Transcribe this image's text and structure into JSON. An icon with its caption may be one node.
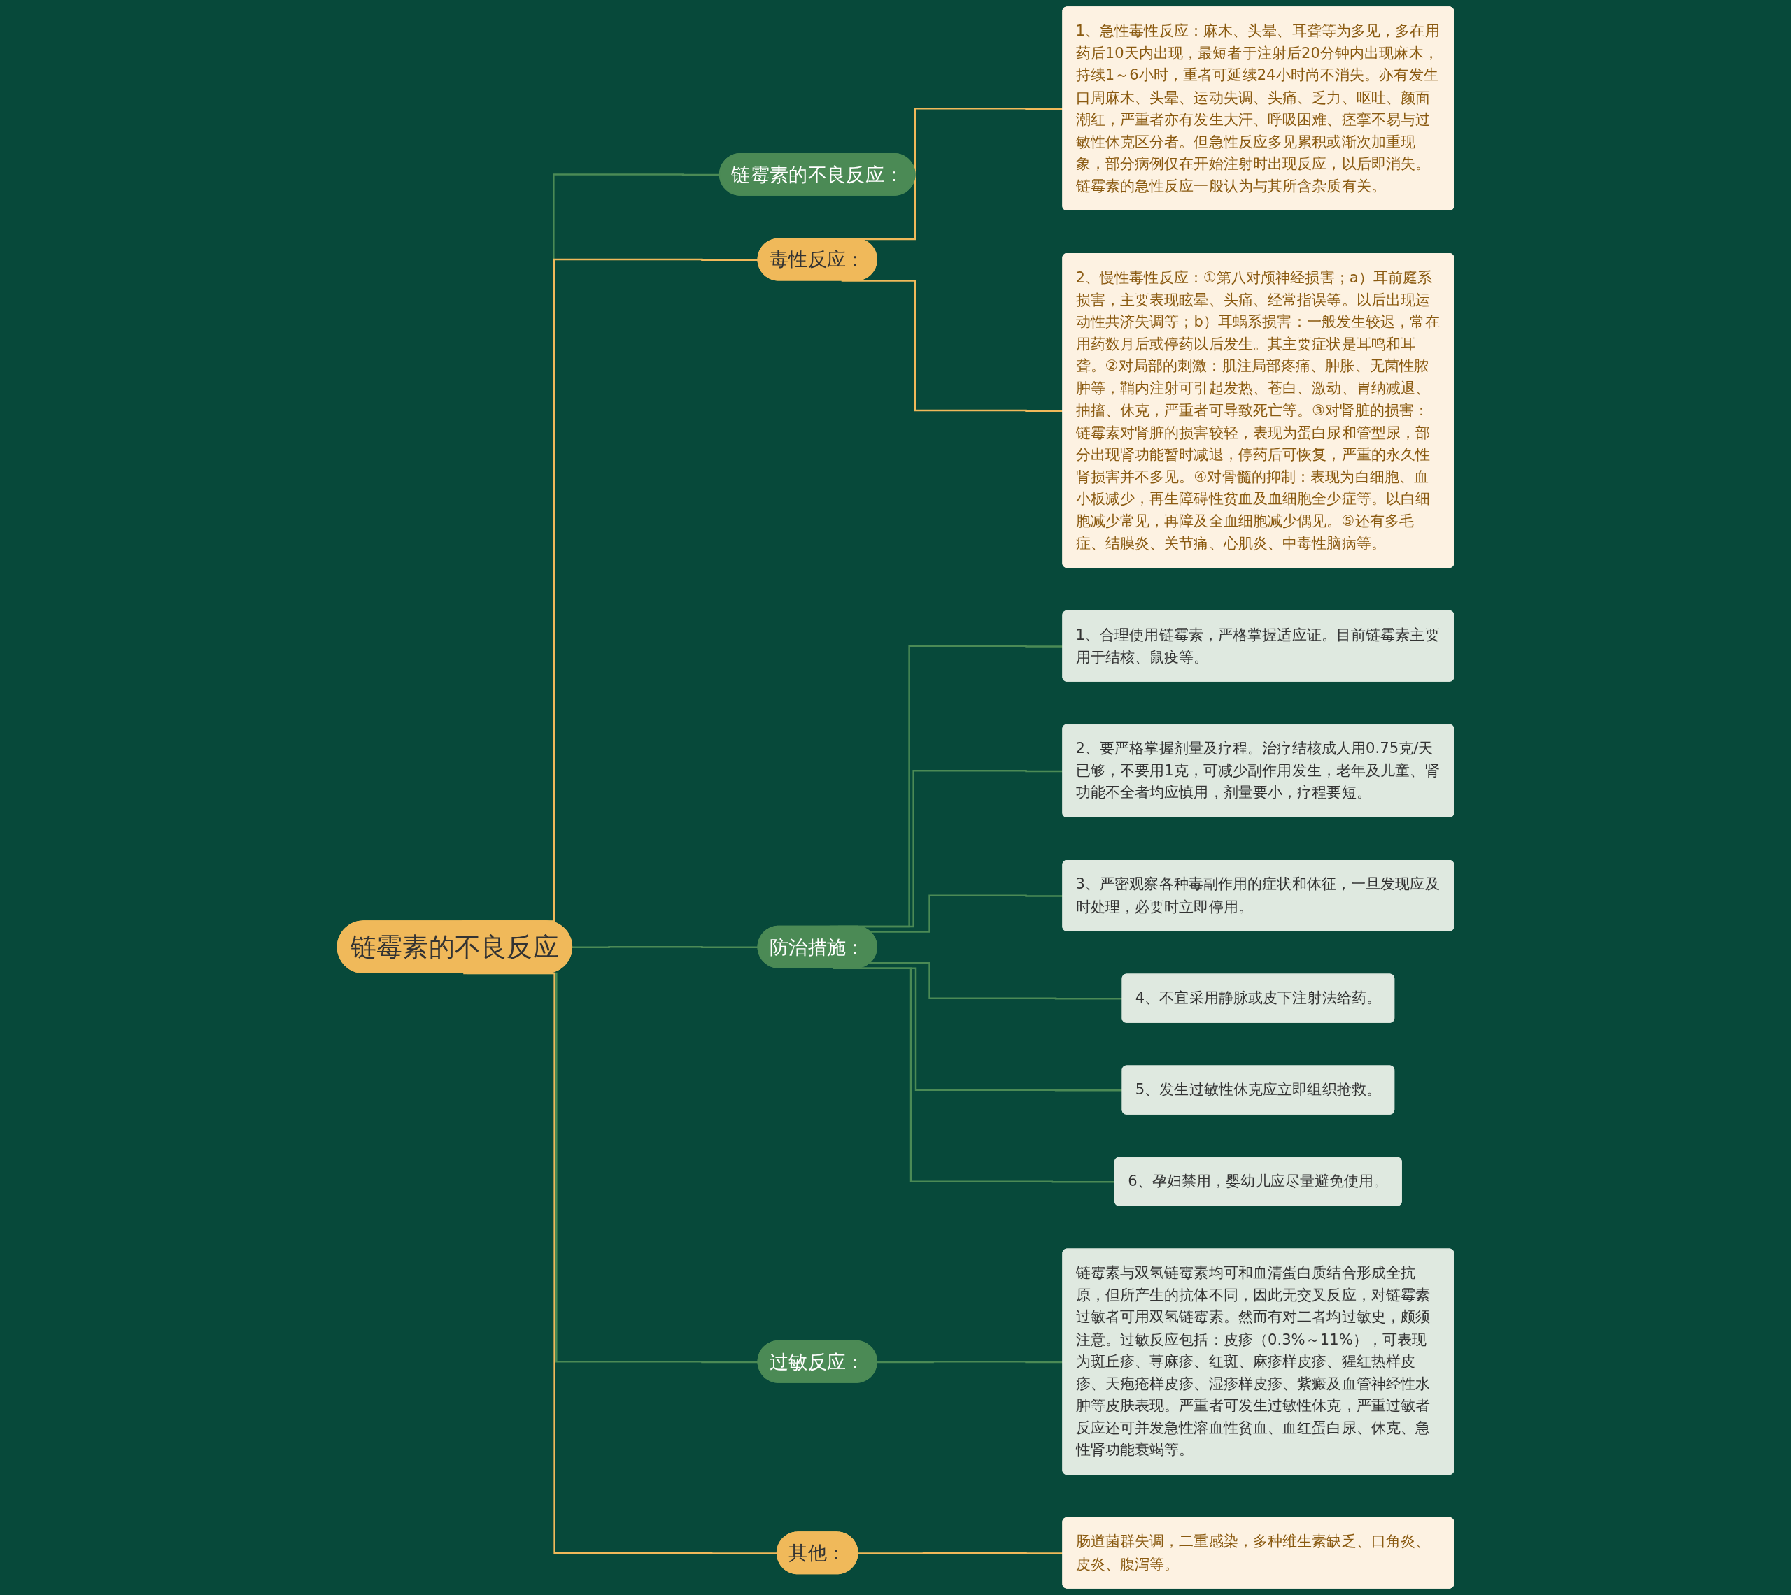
{
  "diagram": {
    "nodes": [
      {
        "text": [
          "链霉素的不良反应"
        ]
      },
      {
        "text": [
          "链霉素的不良反应："
        ]
      },
      {
        "text": [
          "毒性反应："
        ]
      },
      {
        "text": [
          "1、急性毒性反应：麻木、头晕、耳聋等为多见，多在用药后10天内出现，最短者于注射后20分钟内出现麻木，持续1～6小时，重者可延续24小时尚不消失。亦有发生口周麻木、头晕、运动失调、头痛、乏力、呕吐、颜面潮红，严重者亦有发生大汗、呼吸困难、痉挛不易与过敏性休克区分者。但急性反应多见累积或渐次加重现象，部分病例仅在开始注射时出现反应，以后即消失。链霉素的急性反应一般认为与其所含杂质有关。"
        ]
      },
      {
        "text": [
          "2、慢性毒性反应：①第八对颅神经损害；a）耳前庭系损害，主要表现眩晕、头痛、经常指误等。以后出现运动性共济失调等；b）耳蜗系损害：一般发生较迟，常在用药数月后或停药以后发生。其主要症状是耳鸣和耳聋。②对局部的刺激：肌注局部疼痛、肿胀、无菌性脓肿等，鞘内注射可引起发热、苍白、激动、胃纳减退、抽搐、休克，严重者可导致死亡等。③对肾脏的损害：链霉素对肾脏的损害较轻，表现为蛋白尿和管型尿，部分出现肾功能暂时减退，停药后可恢复，严重的永久性肾损害并不多见。④对骨髓的抑制：表现为白细胞、血小板减少，再生障碍性贫血及血细胞全少症等。以白细胞减少常见，再障及全血细胞减少偶见。⑤还有多毛症、结膜炎、关节痛、心肌炎、中毒性脑病等。"
        ]
      },
      {
        "text": [
          "防治措施："
        ]
      },
      {
        "text": [
          "1、合理使用链霉素，严格掌握适应证。目前链霉素主要用于结核、鼠疫等。"
        ]
      },
      {
        "text": [
          "2、要严格掌握剂量及疗程。治疗结核成人用0.75克/天已够，不要用1克，可减少副作用发生，老年及儿童、肾功能不全者均应慎用，剂量要小，疗程要短。"
        ]
      },
      {
        "text": [
          "3、严密观察各种毒副作用的症状和体征，一旦发现应及时处理，必要时立即停用。"
        ]
      },
      {
        "text": [
          "4、不宜采用静脉或皮下注射法给药。"
        ]
      },
      {
        "text": [
          "5、发生过敏性休克应立即组织抢救。"
        ]
      },
      {
        "text": [
          "6、孕妇禁用，婴幼儿应尽量避免使用。"
        ]
      },
      {
        "text": [
          "过敏反应："
        ]
      },
      {
        "text": [
          "链霉素与双氢链霉素均可和血清蛋白质结合形成全抗原，但所产生的抗体不同，因此无交叉反应，对链霉素过敏者可用双氢链霉素。然而有对二者均过敏史，颇须注意。过敏反应包括：皮疹（0.3%～11%），可表现为斑丘疹、荨麻疹、红斑、麻疹样皮疹、猩红热样皮疹、天疱疮样皮疹、湿疹样皮疹、紫癜及血管神经性水肿等皮肤表现。严重者可发生过敏性休克，严重过敏者反应还可并发急性溶血性贫血、血红蛋白尿、休克、急性肾功能衰竭等。"
        ]
      },
      {
        "text": [
          "其他："
        ]
      },
      {
        "text": [
          "肠道菌群失调，二重感染，多种维生素缺乏、口角炎、皮炎、腹泻等。"
        ]
      }
    ],
    "edges": [
      {
        "from": 0,
        "to": 1,
        "arrow": "none"
      },
      {
        "from": 0,
        "to": 2,
        "arrow": "none",
        "color": "#f0b95a"
      },
      {
        "from": 2,
        "to": 3,
        "arrow": "none",
        "color": "#f0b95a"
      },
      {
        "from": 2,
        "to": 4,
        "arrow": "none",
        "color": "#f0b95a"
      },
      {
        "from": 0,
        "to": 5,
        "arrow": "none"
      },
      {
        "from": 5,
        "to": 6,
        "arrow": "none"
      },
      {
        "from": 5,
        "to": 7,
        "arrow": "none"
      },
      {
        "from": 5,
        "to": 8,
        "arrow": "none"
      },
      {
        "from": 5,
        "to": 9,
        "arrow": "none"
      },
      {
        "from": 5,
        "to": 10,
        "arrow": "none"
      },
      {
        "from": 5,
        "to": 11,
        "arrow": "none"
      },
      {
        "from": 0,
        "to": 12,
        "arrow": "none"
      },
      {
        "from": 12,
        "to": 13,
        "arrow": "none"
      },
      {
        "from": 0,
        "to": 14,
        "arrow": "none",
        "color": "#f0b95a"
      },
      {
        "from": 14,
        "to": 15,
        "arrow": "none",
        "color": "#f0b95a"
      }
    ]
  }
}
